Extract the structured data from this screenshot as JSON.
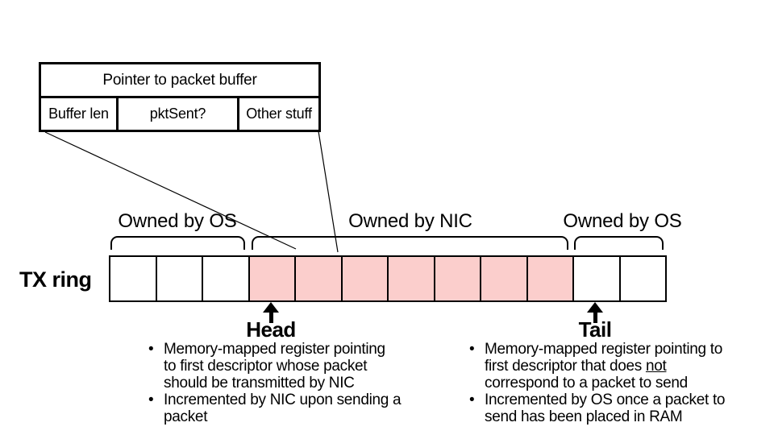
{
  "slide": {
    "background": "#FFFFFF"
  },
  "descriptor": {
    "pointer_field": "Pointer to packet buffer",
    "fields": [
      "Buffer len",
      "pktSent?",
      "Other stuff"
    ]
  },
  "ownership": {
    "left_label": "Owned by OS",
    "middle_label": "Owned by NIC",
    "right_label": "Owned by OS"
  },
  "ring": {
    "label": "TX ring",
    "cells": [
      "os",
      "os",
      "os",
      "nic",
      "nic",
      "nic",
      "nic",
      "nic",
      "nic",
      "nic",
      "os",
      "os"
    ],
    "colors": {
      "os": "#FFFFFF",
      "nic": "#FBCECC"
    }
  },
  "head": {
    "label": "Head",
    "bullets": [
      {
        "lines": [
          "Memory-mapped register pointing",
          "to first descriptor whose packet",
          "should be transmitted by NIC"
        ]
      },
      {
        "lines": [
          "Incremented by NIC upon sending a",
          "packet"
        ]
      }
    ]
  },
  "tail": {
    "label": "Tail",
    "bullet1": {
      "line1": "Memory-mapped register pointing to",
      "line2_pre": "first descriptor that does ",
      "line2_underlined": "not",
      "line3": "correspond to a packet to send"
    },
    "bullet2": {
      "lines": [
        "Incremented by OS once a packet to",
        "send has been placed in RAM"
      ]
    }
  },
  "bullet_glyph": "•"
}
